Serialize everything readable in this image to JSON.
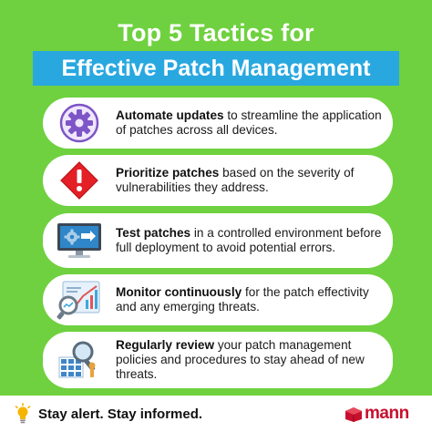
{
  "header": {
    "title_line1": "Top 5 Tactics for",
    "title_line2": "Effective Patch Management"
  },
  "tactics": [
    {
      "icon": "gear-icon",
      "bold": "Automate updates",
      "rest": " to streamline the application of patches across all devices."
    },
    {
      "icon": "warning-icon",
      "bold": "Prioritize patches",
      "rest": " based on the severity of vulnerabilities they address."
    },
    {
      "icon": "monitor-test-icon",
      "bold": "Test patches",
      "rest": " in a controlled environment before full deployment to avoid potential errors."
    },
    {
      "icon": "analytics-chart-icon",
      "bold": "Monitor continuously",
      "rest": " for the patch effectivity and any emerging threats."
    },
    {
      "icon": "magnifier-review-icon",
      "bold": "Regularly review",
      "rest": " your patch management policies and procedures to stay ahead of new threats."
    }
  ],
  "footer": {
    "slogan": "Stay alert. Stay informed.",
    "brand": "mann"
  },
  "colors": {
    "background": "#6fd13f",
    "title_band": "#29a8e0",
    "brand": "#c8102e"
  }
}
